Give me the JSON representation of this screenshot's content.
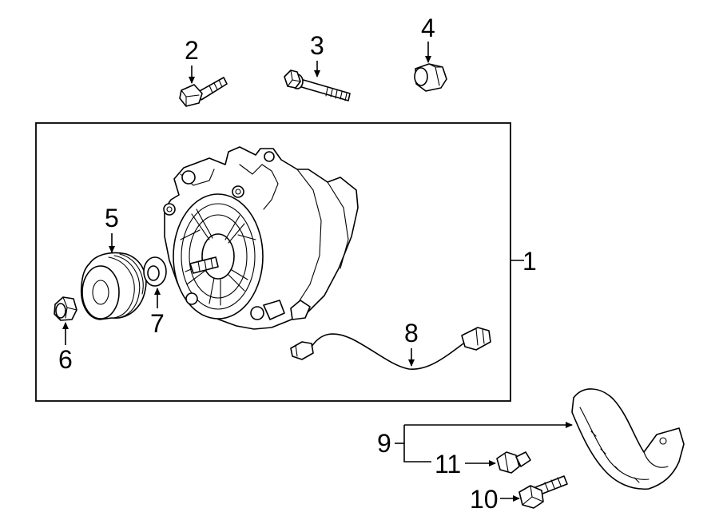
{
  "callouts": {
    "c1": "1",
    "c2": "2",
    "c3": "3",
    "c4": "4",
    "c5": "5",
    "c6": "6",
    "c7": "7",
    "c8": "8",
    "c9": "9",
    "c10": "10",
    "c11": "11"
  },
  "colors": {
    "line": "#000000",
    "background": "#ffffff"
  },
  "icons": [
    "arrow-head-icon"
  ]
}
